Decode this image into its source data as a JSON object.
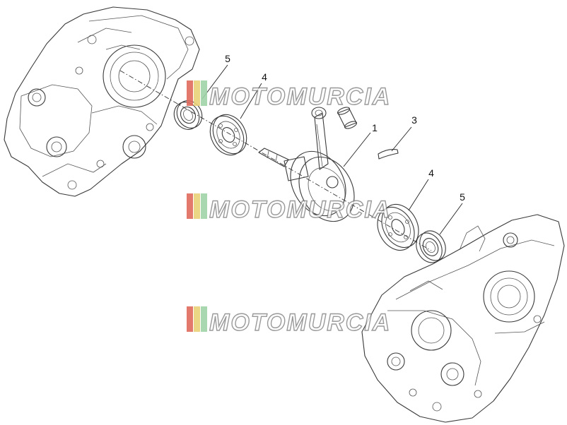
{
  "diagram": {
    "callouts": [
      {
        "id": "callout-5-left",
        "label": "5"
      },
      {
        "id": "callout-4-left",
        "label": "4"
      },
      {
        "id": "callout-1",
        "label": "1"
      },
      {
        "id": "callout-3",
        "label": "3"
      },
      {
        "id": "callout-4-right",
        "label": "4"
      },
      {
        "id": "callout-5-right",
        "label": "5"
      }
    ],
    "watermark": {
      "text": "MOTOMURCIA"
    },
    "colors": {
      "line": "#3a3a3a",
      "stripe_red": "#e06a5e",
      "stripe_yellow": "#e9d27a",
      "stripe_green": "#9fd3a8",
      "watermark_outline": "#7b7b7b"
    }
  }
}
